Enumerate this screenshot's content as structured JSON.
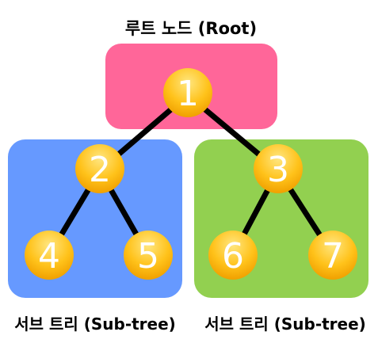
{
  "root_label": "루트 노드 (Root)",
  "subtree_labels": [
    "서브 트리 (Sub-tree)",
    "서브 트리 (Sub-tree)"
  ],
  "nodes": [
    "1",
    "2",
    "3",
    "4",
    "5",
    "6",
    "7"
  ],
  "edges": [
    [
      "1",
      "2"
    ],
    [
      "1",
      "3"
    ],
    [
      "2",
      "4"
    ],
    [
      "2",
      "5"
    ],
    [
      "3",
      "6"
    ],
    [
      "3",
      "7"
    ]
  ],
  "colors": {
    "root_box": "#ff6699",
    "left_subtree_box": "#6699ff",
    "right_subtree_box": "#92d050",
    "node_fill_top": "#ffd54a",
    "node_fill_bottom": "#f5a800",
    "edge": "#000000"
  }
}
